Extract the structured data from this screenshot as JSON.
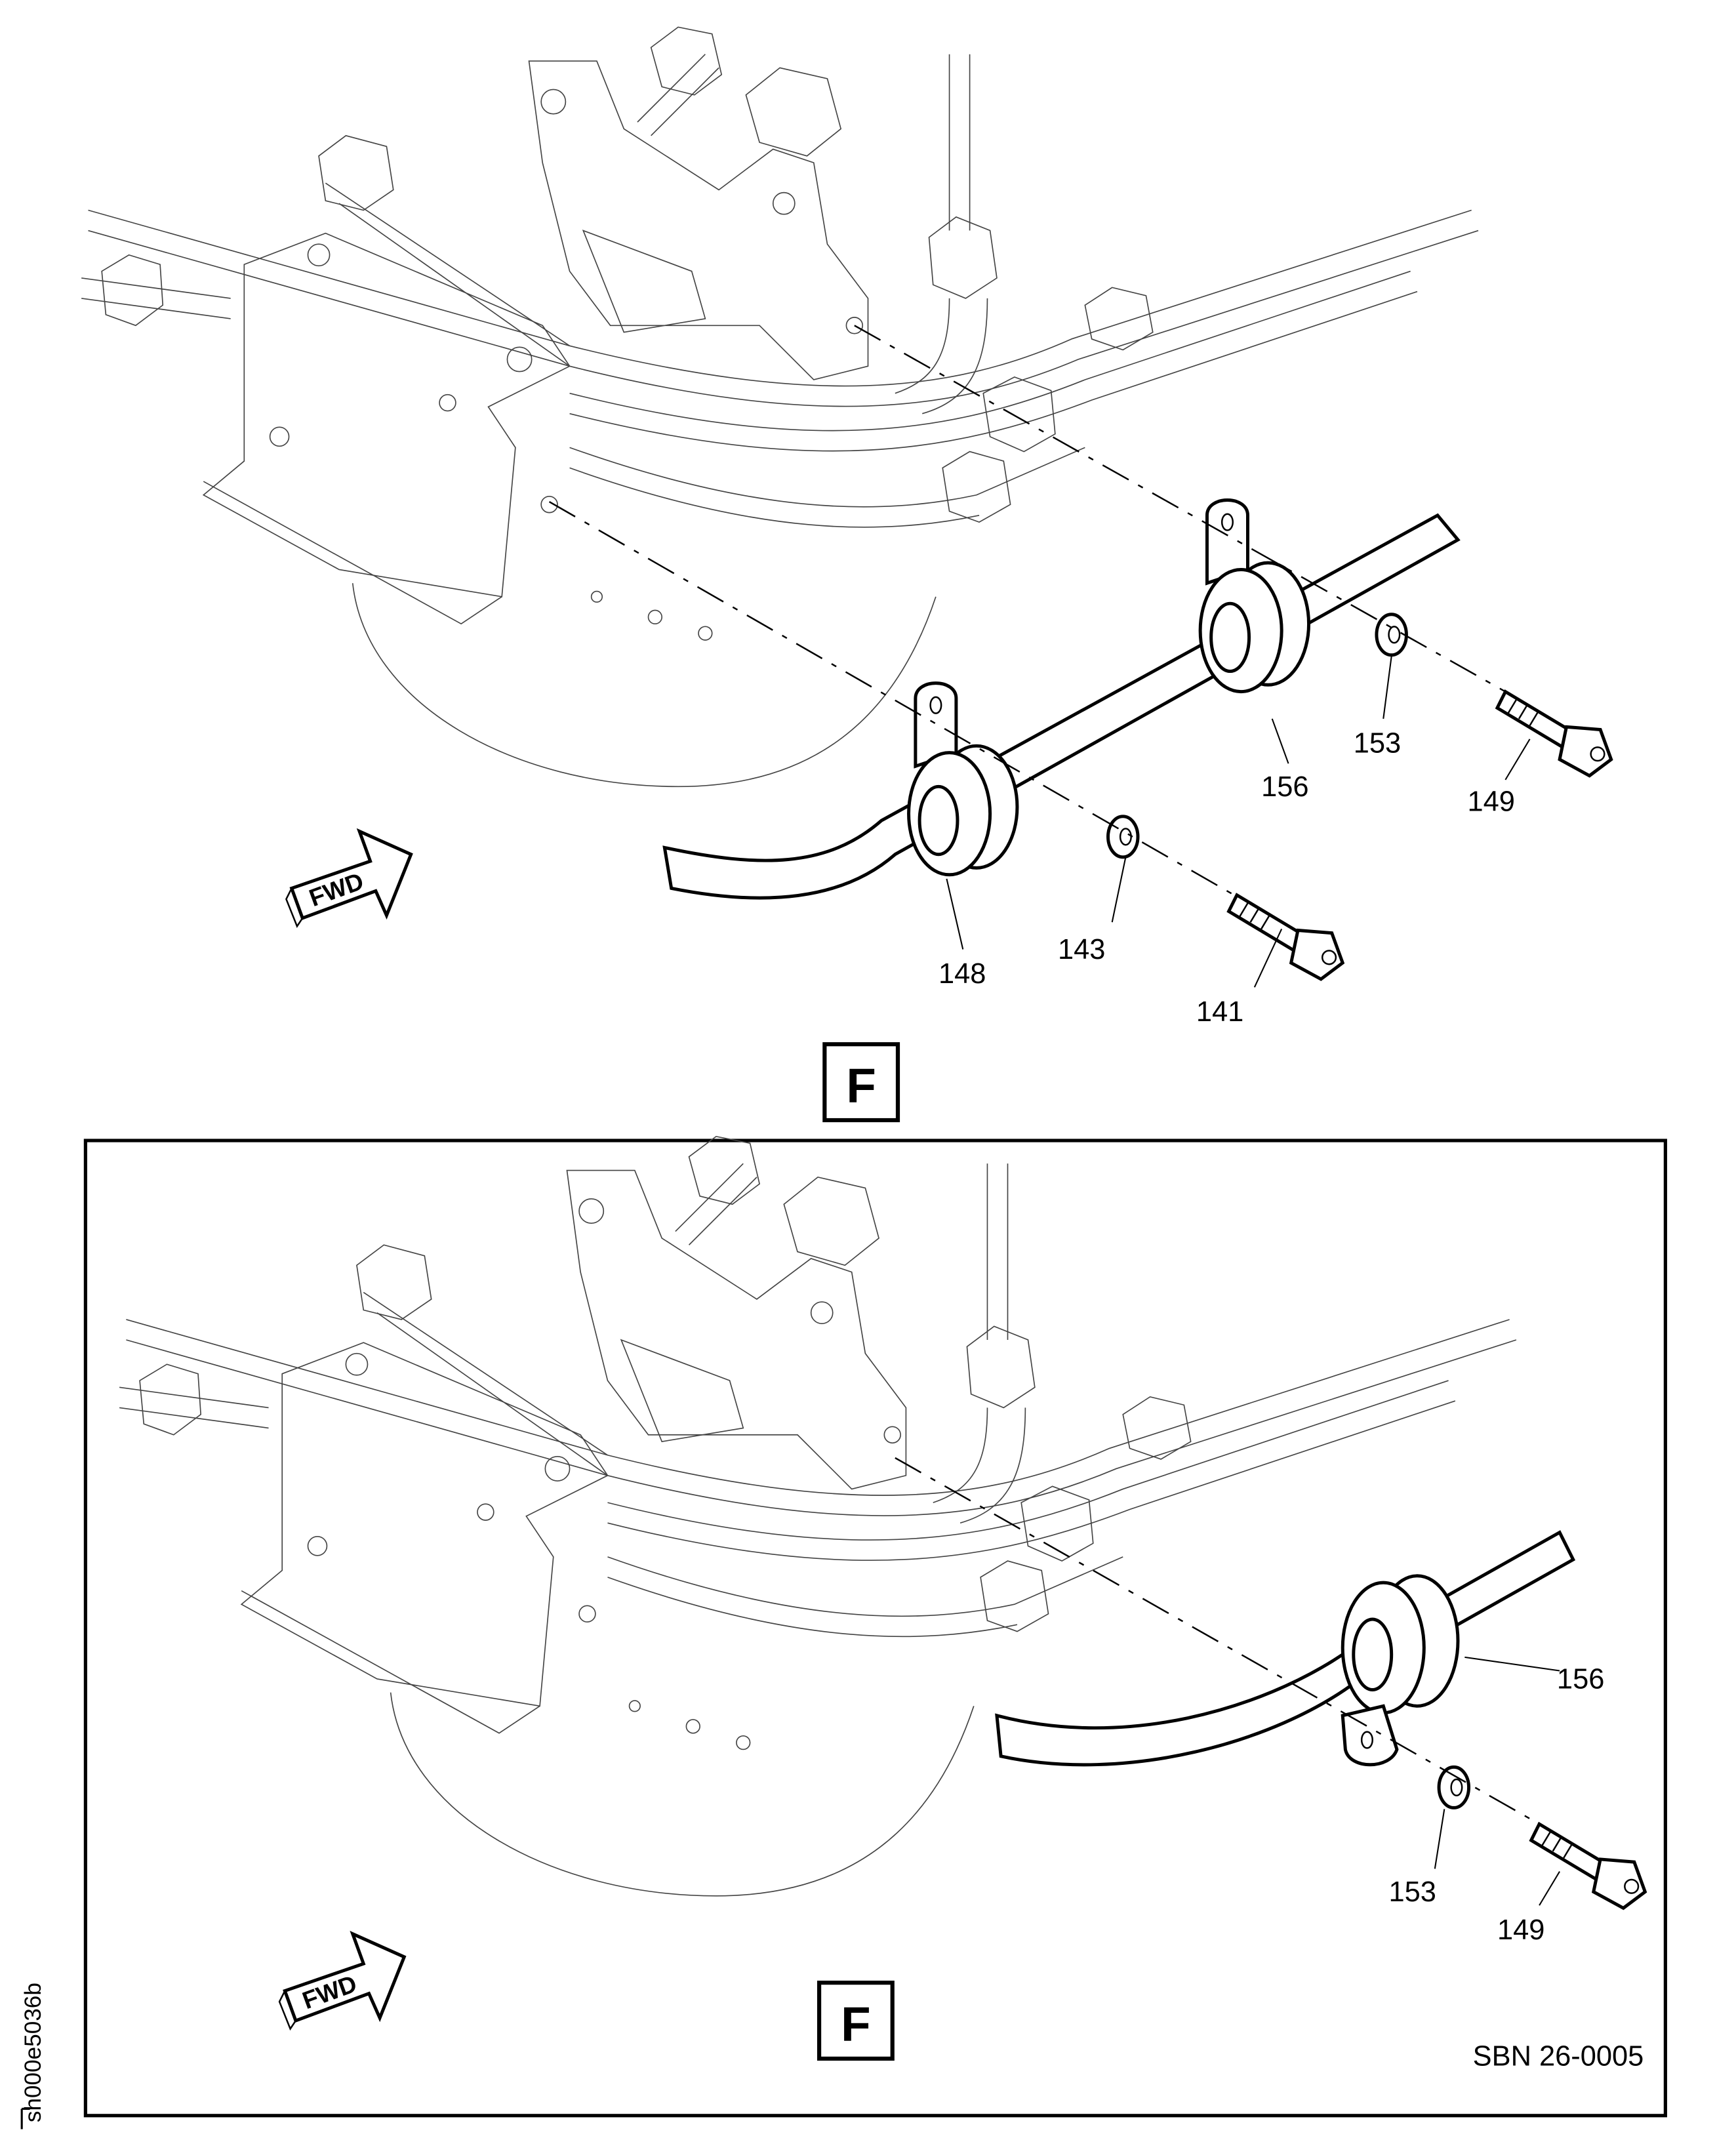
{
  "top_view": {
    "callouts": {
      "c156": "156",
      "c153": "153",
      "c149": "149",
      "c148": "148",
      "c143": "143",
      "c141": "141"
    },
    "view_letter": "F",
    "fwd_label": "FWD"
  },
  "bottom_view": {
    "callouts": {
      "c156": "156",
      "c153": "153",
      "c149": "149"
    },
    "view_letter": "F",
    "fwd_label": "FWD",
    "sheet_ref": "SBN 26-0005"
  },
  "drawing_id": "sh000e5036b"
}
